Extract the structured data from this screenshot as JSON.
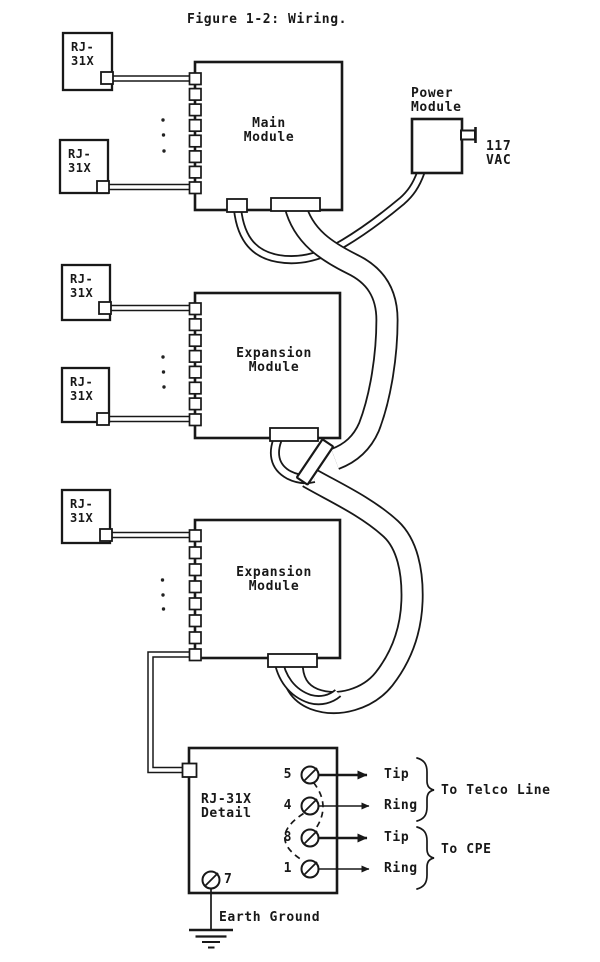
{
  "figure_title": "Figure 1-2: Wiring.",
  "ink_color": "#181818",
  "paper_color": "#ffffff",
  "rj31x": {
    "line1": "RJ-",
    "line2": "31X"
  },
  "modules": {
    "main": "Main Module",
    "expansion1": "Expansion Module",
    "expansion2": "Expansion Module",
    "power": "Power Module",
    "voltage": "117 VAC"
  },
  "detail": {
    "title": "RJ-31X Detail",
    "terminals": [
      {
        "pin": "5",
        "signal": "Tip"
      },
      {
        "pin": "4",
        "signal": "Ring"
      },
      {
        "pin": "8",
        "signal": "Tip"
      },
      {
        "pin": "1",
        "signal": "Ring"
      }
    ],
    "groups": [
      {
        "label": "To Telco Line"
      },
      {
        "label": "To CPE"
      }
    ],
    "ground_pin": "7",
    "ground_label": "Earth Ground"
  }
}
